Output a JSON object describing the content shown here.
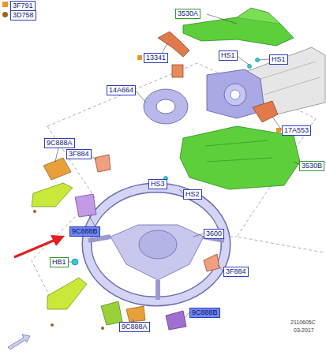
{
  "diagram": {
    "nodes": [
      {
        "text": [
          "3530A"
        ]
      },
      {
        "text": [
          "13341"
        ]
      },
      {
        "text": [
          "HS1"
        ]
      },
      {
        "text": [
          "HS1"
        ]
      },
      {
        "text": [
          "14A664"
        ]
      },
      {
        "text": [
          "17A553"
        ]
      },
      {
        "text": [
          "9C888A"
        ]
      },
      {
        "text": [
          "3F884"
        ]
      },
      {
        "text": [
          "3530B"
        ]
      },
      {
        "text": [
          "HS3"
        ]
      },
      {
        "text": [
          "HS2"
        ]
      },
      {
        "text": [
          "9C888B"
        ]
      },
      {
        "text": [
          "3600"
        ]
      },
      {
        "text": [
          "HB1"
        ]
      },
      {
        "text": [
          "3F884"
        ]
      },
      {
        "text": [
          "9C888B"
        ]
      },
      {
        "text": [
          "9C888A"
        ]
      }
    ],
    "labels": [
      "2110605C",
      "03-2017"
    ],
    "legend": [
      {
        "text": "3F791",
        "color": "#e8962a"
      },
      {
        "text": "3D758",
        "color": "#a0621e"
      }
    ]
  }
}
